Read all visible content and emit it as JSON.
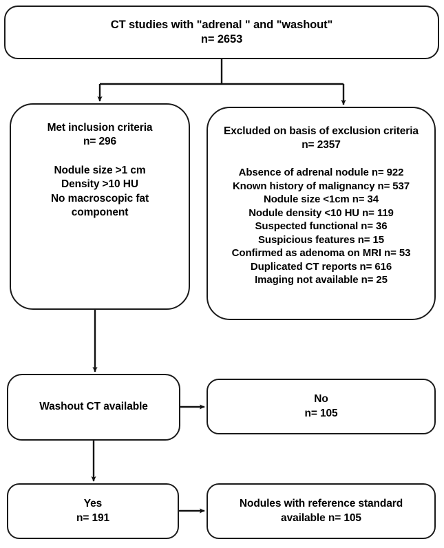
{
  "figure": {
    "type": "flowchart",
    "orientation": "top-down",
    "stroke_color": "#1a1a1a",
    "fill_color": "#ffffff",
    "text_color": "#000000"
  },
  "nodes": {
    "source": {
      "title": "CT studies with \"adrenal \" and \"washout\"",
      "count_label": "n= 2653",
      "n": 2653
    },
    "included": {
      "title": "Met inclusion criteria",
      "count_label": "n= 296",
      "n": 296,
      "criteria": [
        "Nodule size >1 cm",
        "Density >10 HU",
        "No macroscopic fat",
        "component"
      ]
    },
    "excluded": {
      "title": "Excluded on basis of exclusion criteria",
      "count_label": "n= 2357",
      "n": 2357,
      "reasons": [
        {
          "label": "Absence of adrenal nodule n= 922",
          "reason": "Absence of adrenal nodule",
          "n": 922
        },
        {
          "label": "Known history of malignancy n= 537",
          "reason": "Known history of malignancy",
          "n": 537
        },
        {
          "label": "Nodule size <1cm n= 34",
          "reason": "Nodule size <1cm",
          "n": 34
        },
        {
          "label": "Nodule density <10 HU n= 119",
          "reason": "Nodule density <10 HU",
          "n": 119
        },
        {
          "label": "Suspected functional n= 36",
          "reason": "Suspected functional",
          "n": 36
        },
        {
          "label": "Suspicious features n= 15",
          "reason": "Suspicious features",
          "n": 15
        },
        {
          "label": "Confirmed as adenoma on MRI n= 53",
          "reason": "Confirmed as adenoma on MRI",
          "n": 53
        },
        {
          "label": "Duplicated CT reports n= 616",
          "reason": "Duplicated CT reports",
          "n": 616
        },
        {
          "label": "Imaging not available n= 25",
          "reason": "Imaging not available",
          "n": 25
        }
      ]
    },
    "washout": {
      "title": "Washout CT available"
    },
    "no_branch": {
      "title": "No",
      "count_label": "n= 105",
      "n": 105
    },
    "yes_branch": {
      "title": "Yes",
      "count_label": "n= 191",
      "n": 191
    },
    "reference": {
      "title": "Nodules with reference standard",
      "count_label": "available n= 105",
      "n": 105
    }
  }
}
